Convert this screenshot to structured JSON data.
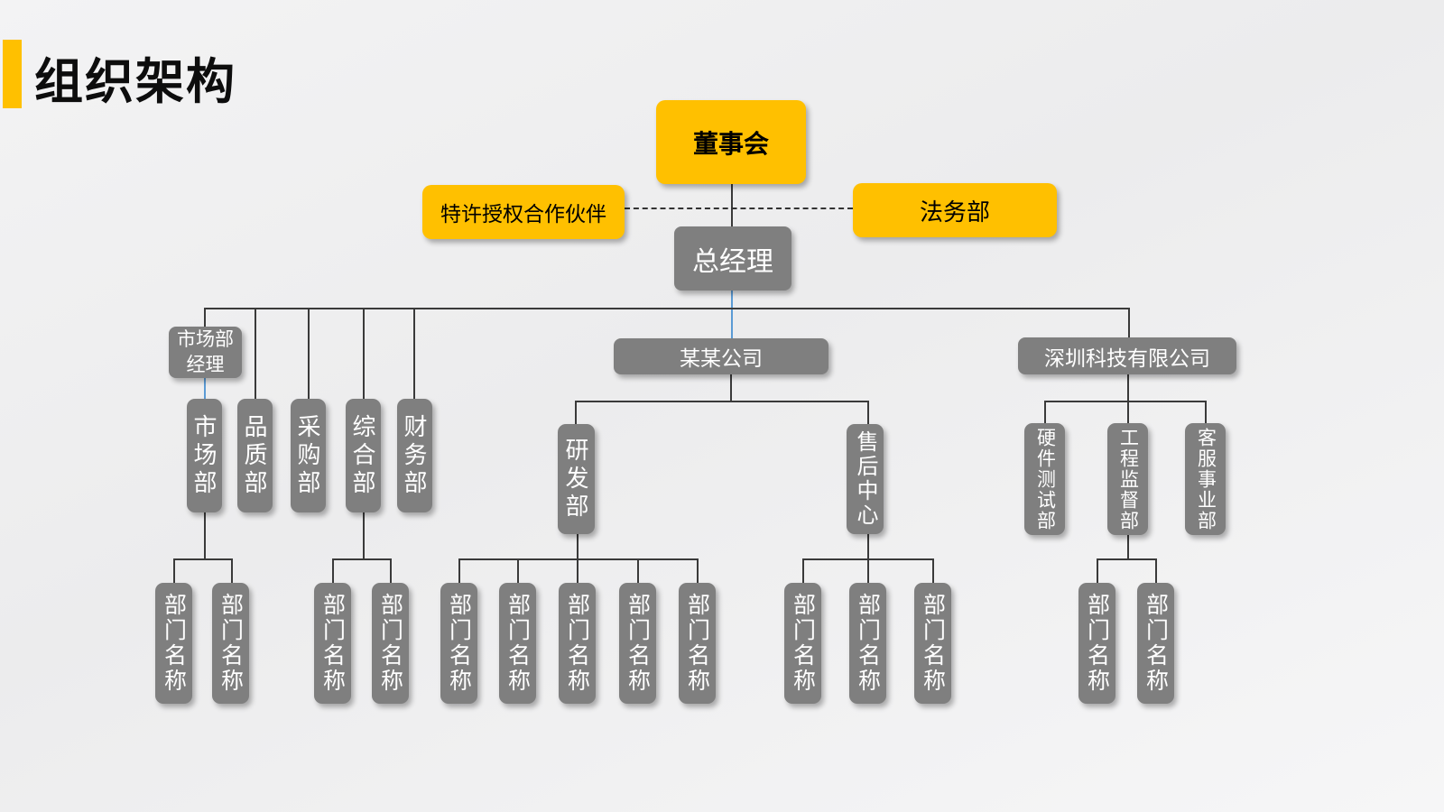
{
  "slide": {
    "title": "组织架构",
    "colors": {
      "accent_yellow": "#FFC000",
      "node_gray": "#7F7F7F",
      "connector_dark": "#3A3A3A",
      "connector_blue": "#5B9BD5",
      "node_text_light": "#FFFFFF",
      "node_text_dark": "#000000",
      "background": "#EFEFF0"
    }
  },
  "org_chart": {
    "board": "董事会",
    "franchise_partner": "特许授权合作伙伴",
    "legal_dept": "法务部",
    "general_manager": "总经理",
    "marketing_manager": "市场部经理",
    "left_departments": [
      "市场部",
      "品质部",
      "采购部",
      "综合部",
      "财务部"
    ],
    "company_a": {
      "name": "某某公司",
      "departments": [
        "研发部",
        "售后中心"
      ]
    },
    "company_b": {
      "name": "深圳科技有限公司",
      "departments": [
        "硬件测试部",
        "工程监督部",
        "客服事业部"
      ]
    },
    "placeholder_department": "部门名称"
  }
}
